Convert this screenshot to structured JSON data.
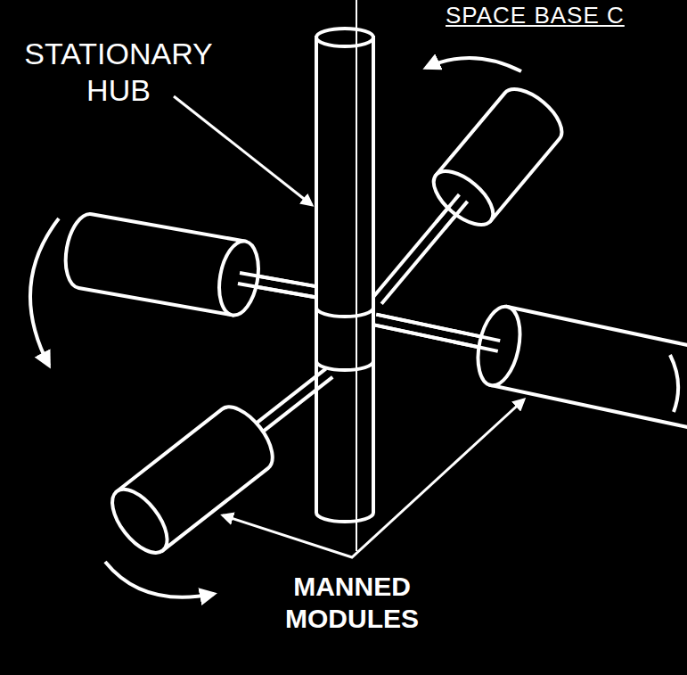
{
  "diagram": {
    "title": "SPACE BASE C",
    "labels": [
      "STATIONARY HUB",
      "MANNED MODULES"
    ]
  }
}
